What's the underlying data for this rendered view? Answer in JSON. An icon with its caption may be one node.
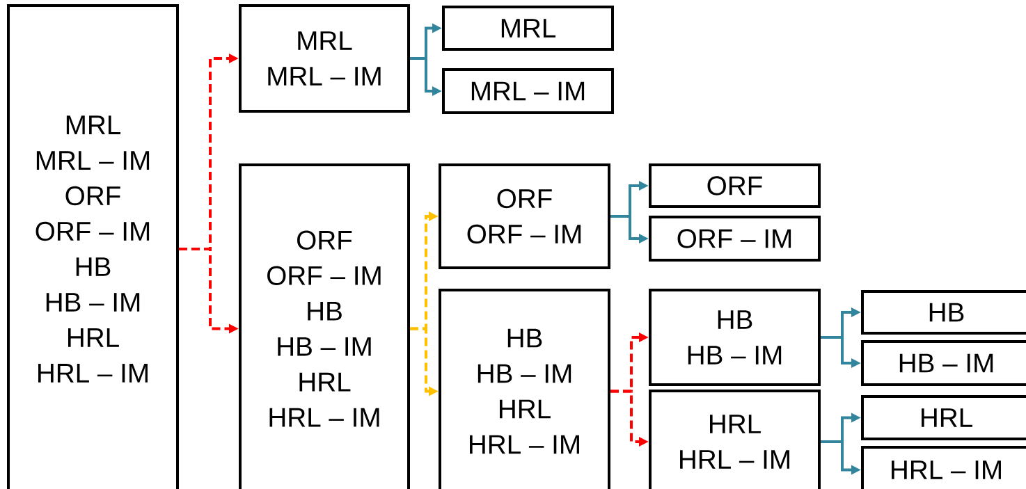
{
  "diagram": {
    "nodes": [
      {
        "text": [
          "MRL",
          "MRL – IM",
          "ORF",
          "ORF – IM",
          "HB",
          "HB – IM",
          "HRL",
          "HRL – IM"
        ]
      },
      {
        "text": [
          "MRL",
          "MRL – IM"
        ]
      },
      {
        "text": [
          "MRL"
        ]
      },
      {
        "text": [
          "MRL – IM"
        ]
      },
      {
        "text": [
          "ORF",
          "ORF – IM",
          "HB",
          "HB – IM",
          "HRL",
          "HRL – IM"
        ]
      },
      {
        "text": [
          "ORF",
          "ORF – IM"
        ]
      },
      {
        "text": [
          "ORF"
        ]
      },
      {
        "text": [
          "ORF – IM"
        ]
      },
      {
        "text": [
          "HB",
          "HB – IM",
          "HRL",
          "HRL – IM"
        ]
      },
      {
        "text": [
          "HB",
          "HB – IM"
        ]
      },
      {
        "text": [
          "HRL",
          "HRL – IM"
        ]
      },
      {
        "text": [
          "HB"
        ]
      },
      {
        "text": [
          "HB – IM"
        ]
      },
      {
        "text": [
          "HRL"
        ]
      },
      {
        "text": [
          "HRL – IM"
        ]
      }
    ],
    "edges": [
      {
        "from": 0,
        "to": 1,
        "arrow": "to",
        "style": "dashed",
        "color": "#ff0000"
      },
      {
        "from": 0,
        "to": 4,
        "arrow": "to",
        "style": "dashed",
        "color": "#ff0000"
      },
      {
        "from": 1,
        "to": 2,
        "arrow": "to"
      },
      {
        "from": 1,
        "to": 3,
        "arrow": "to"
      },
      {
        "from": 4,
        "to": 5,
        "arrow": "to",
        "style": "dashed",
        "color": "#ffc000"
      },
      {
        "from": 4,
        "to": 8,
        "arrow": "to",
        "style": "dashed",
        "color": "#ffc000"
      },
      {
        "from": 5,
        "to": 6,
        "arrow": "to"
      },
      {
        "from": 5,
        "to": 7,
        "arrow": "to"
      },
      {
        "from": 8,
        "to": 9,
        "arrow": "to",
        "style": "dashed",
        "color": "#ff0000"
      },
      {
        "from": 8,
        "to": 10,
        "arrow": "to",
        "style": "dashed",
        "color": "#ff0000"
      },
      {
        "from": 9,
        "to": 11,
        "arrow": "to"
      },
      {
        "from": 9,
        "to": 12,
        "arrow": "to"
      },
      {
        "from": 10,
        "to": 13,
        "arrow": "to"
      },
      {
        "from": 10,
        "to": 14,
        "arrow": "to"
      }
    ]
  }
}
